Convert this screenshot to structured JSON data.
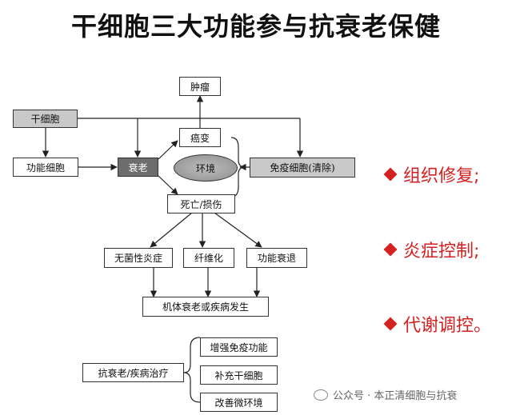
{
  "title": "干细胞三大功能参与抗衰老保健",
  "diagram": {
    "nodes": {
      "tumor": "肿瘤",
      "stem_cell": "干细胞",
      "canceration": "癌变",
      "functional_cell": "功能细胞",
      "aging": "衰老",
      "environment": "环境",
      "immune_cell": "免疫细胞(清除)",
      "death_damage": "死亡/损伤",
      "aseptic_inflammation": "无菌性炎症",
      "fibrosis": "纤维化",
      "function_decline": "功能衰退",
      "body_aging_disease": "机体衰老或疾病发生",
      "anti_aging_treatment": "抗衰老/疾病治疗",
      "enhance_immunity": "增强免疫功能",
      "supplement_stem_cells": "补充干细胞",
      "improve_microenvironment": "改善微环境"
    }
  },
  "functions": [
    {
      "label": "组织修复;",
      "icon": "red-diamond"
    },
    {
      "label": "炎症控制;",
      "icon": "red-diamond"
    },
    {
      "label": "代谢调控。",
      "icon": "red-diamond"
    }
  ],
  "watermark": {
    "text": "公众号 · 本正清细胞与抗衰",
    "icon": "wechat-icon"
  },
  "colors": {
    "accent_red": "#d32020",
    "grey_box": "#c9c9c9",
    "dark_box": "#6d6d6d"
  }
}
